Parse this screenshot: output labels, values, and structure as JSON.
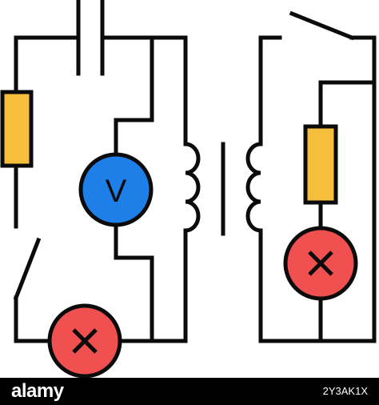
{
  "diagram": {
    "voltmeter_label": "V",
    "lamp_symbol": "×"
  },
  "watermark": {
    "brand": "alamy",
    "image_id": "2Y3AK1X"
  },
  "colors": {
    "wire": "#0b0b0b",
    "resistor": "#f6be3b",
    "voltmeter": "#1e7fe8",
    "lamp": "#f05050",
    "footer": "#000000"
  },
  "icons": {
    "voltmeter": "voltmeter-icon",
    "lamp": "lamp-cross-icon",
    "resistor": "resistor-icon",
    "inductor": "inductor-coil-icon",
    "capacitor": "capacitor-icon",
    "switch": "open-switch-icon",
    "core": "transformer-core-icon"
  }
}
